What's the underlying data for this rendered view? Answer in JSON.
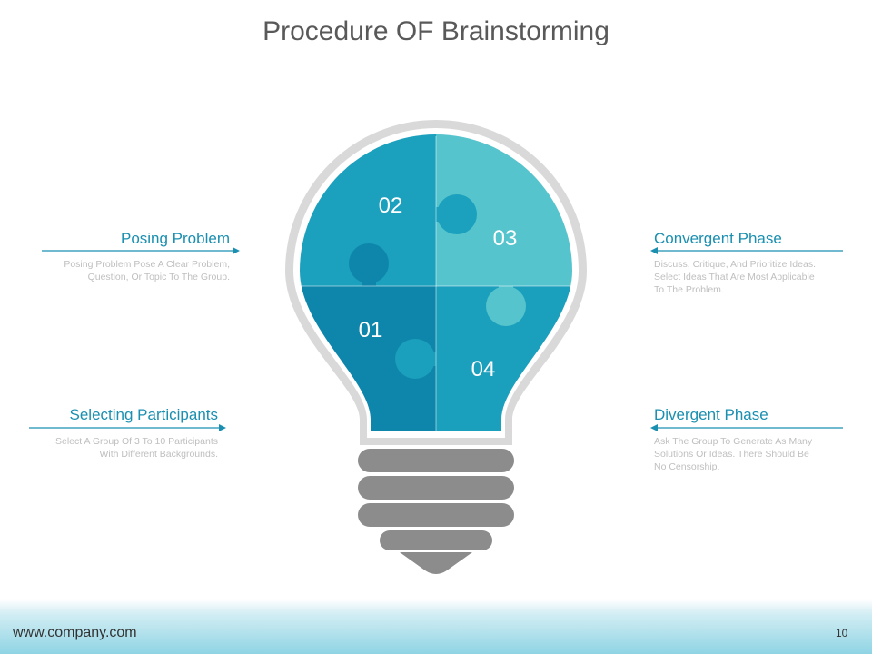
{
  "title": "Procedure OF Brainstorming",
  "steps": [
    {
      "heading": "Posing Problem",
      "text": "Posing Problem Pose A Clear Problem, Question, Or Topic To The Group."
    },
    {
      "heading": "Selecting Participants",
      "text": "Select A Group Of 3 To 10 Participants With Different Backgrounds."
    },
    {
      "heading": "Convergent Phase",
      "text": "Discuss, Critique, And Prioritize Ideas. Select Ideas That Are Most Applicable To The Problem."
    },
    {
      "heading": "Divergent Phase",
      "text": "Ask The Group To Generate As Many Solutions Or Ideas. There Should Be No Censorship."
    }
  ],
  "pieces": [
    {
      "number": "01",
      "color": "#0e86ab"
    },
    {
      "number": "02",
      "color": "#1ba0bd"
    },
    {
      "number": "03",
      "color": "#55c4cd"
    },
    {
      "number": "04",
      "color": "#1a9fbc"
    }
  ],
  "colors": {
    "accent": "#1a8fb0",
    "bulb_outline": "#d9d9d9",
    "base": "#8c8c8c"
  },
  "footer": {
    "url": "www.company.com",
    "page": "10"
  }
}
